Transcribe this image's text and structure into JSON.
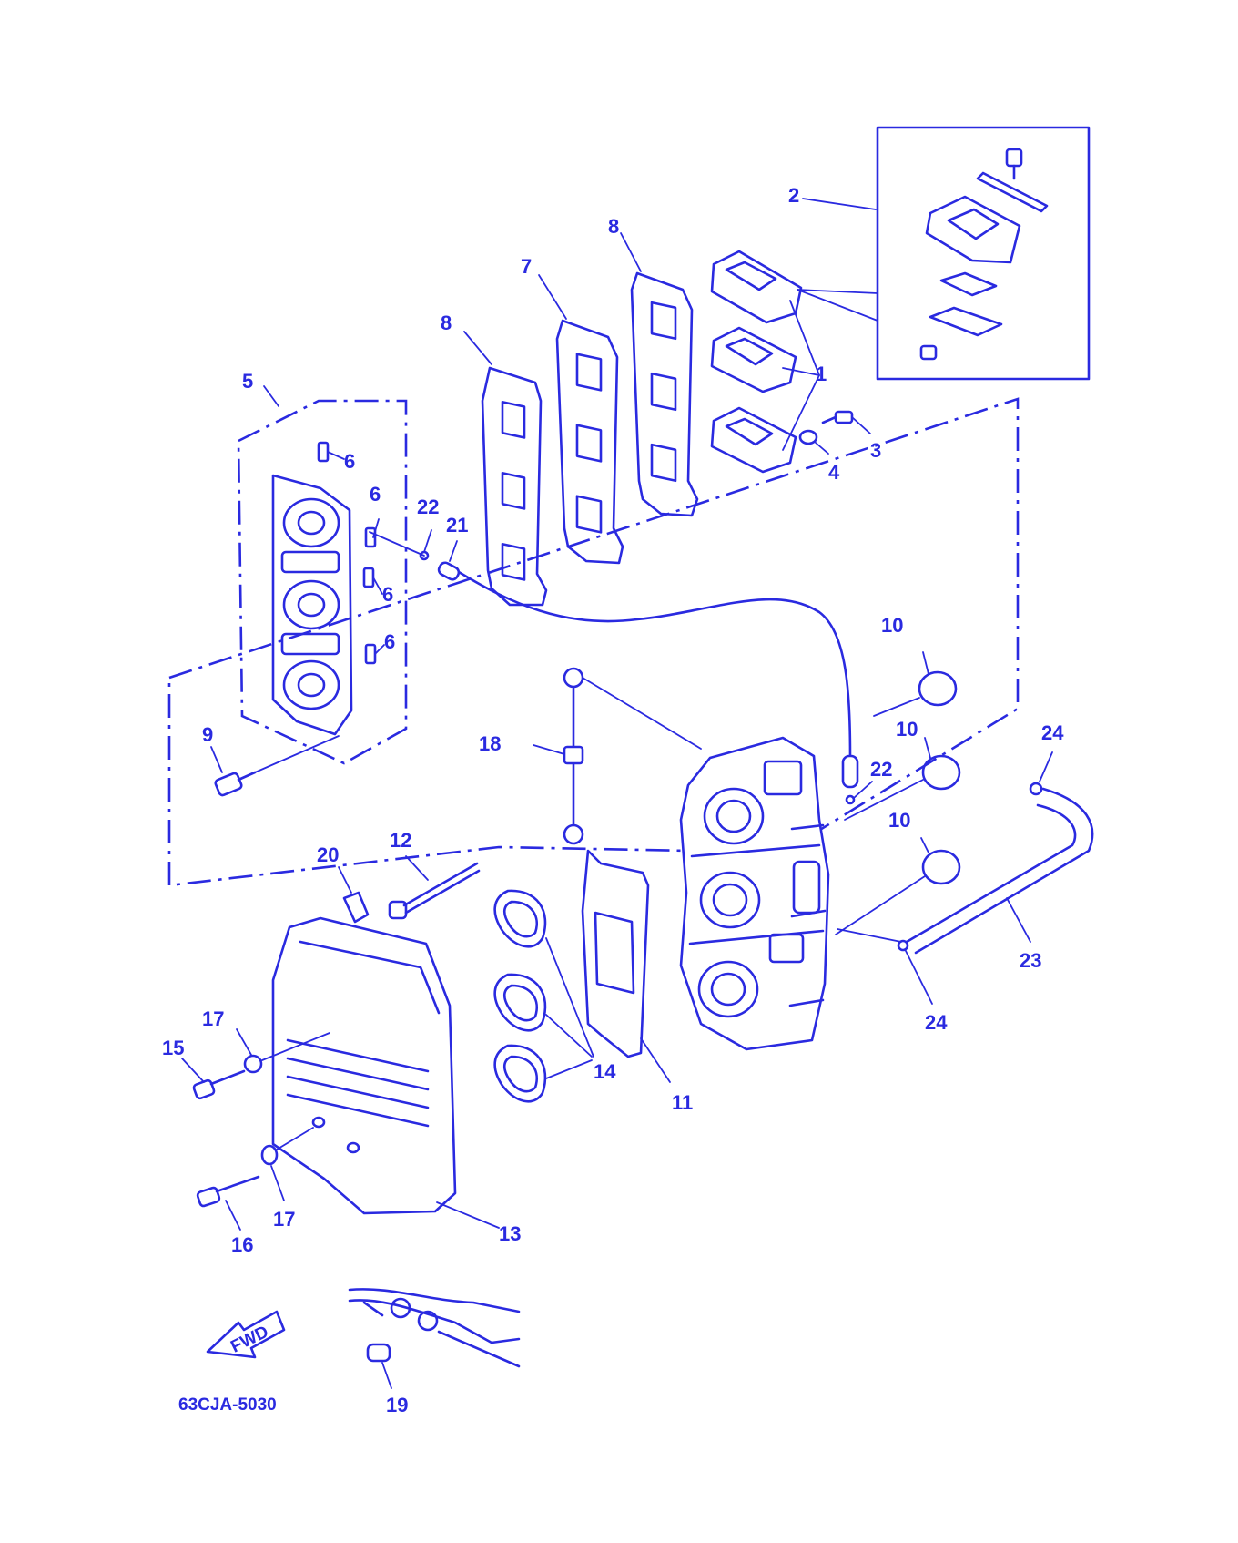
{
  "drawing_code": "63CJA-5030",
  "fwd_label": "FWD",
  "line_color": "#2a2ae0",
  "callouts": {
    "c1": "1",
    "c2": "2",
    "c3": "3",
    "c4": "4",
    "c5": "5",
    "c6a": "6",
    "c6b": "6",
    "c6c": "6",
    "c6d": "6",
    "c7": "7",
    "c8a": "8",
    "c8b": "8",
    "c9": "9",
    "c10a": "10",
    "c10b": "10",
    "c10c": "10",
    "c11": "11",
    "c12": "12",
    "c13": "13",
    "c14": "14",
    "c15": "15",
    "c16": "16",
    "c17a": "17",
    "c17b": "17",
    "c18": "18",
    "c19": "19",
    "c20": "20",
    "c21": "21",
    "c22a": "22",
    "c22b": "22",
    "c23": "23",
    "c24a": "24",
    "c24b": "24"
  }
}
